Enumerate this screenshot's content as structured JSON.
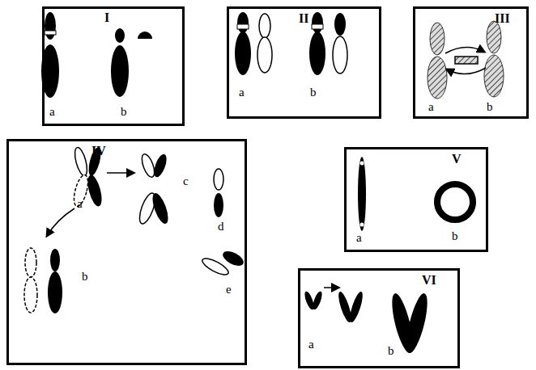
{
  "diagram": {
    "nodes": [
      {
        "text": [
          "I",
          "a",
          "b"
        ]
      },
      {
        "text": [
          "II",
          "a",
          "b"
        ]
      },
      {
        "text": [
          "III",
          "a",
          "b"
        ]
      },
      {
        "text": [
          "IV",
          "a",
          "c",
          "d",
          "e",
          "b"
        ]
      },
      {
        "text": [
          "V",
          "a",
          "b"
        ]
      },
      {
        "text": [
          "VI",
          "a",
          "b"
        ]
      }
    ],
    "edges": []
  }
}
